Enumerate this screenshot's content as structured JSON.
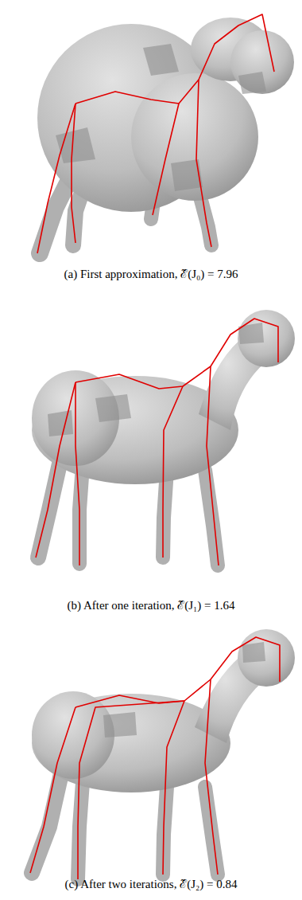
{
  "diagram": {
    "labels": [
      "(a) First approximation, ℰ̃(J₀) = 7.96",
      "(b) After one iteration, ℰ̃(J₁) = 1.64",
      "(c) After two iterations, ℰ̃(J₂) = 0.84"
    ]
  }
}
